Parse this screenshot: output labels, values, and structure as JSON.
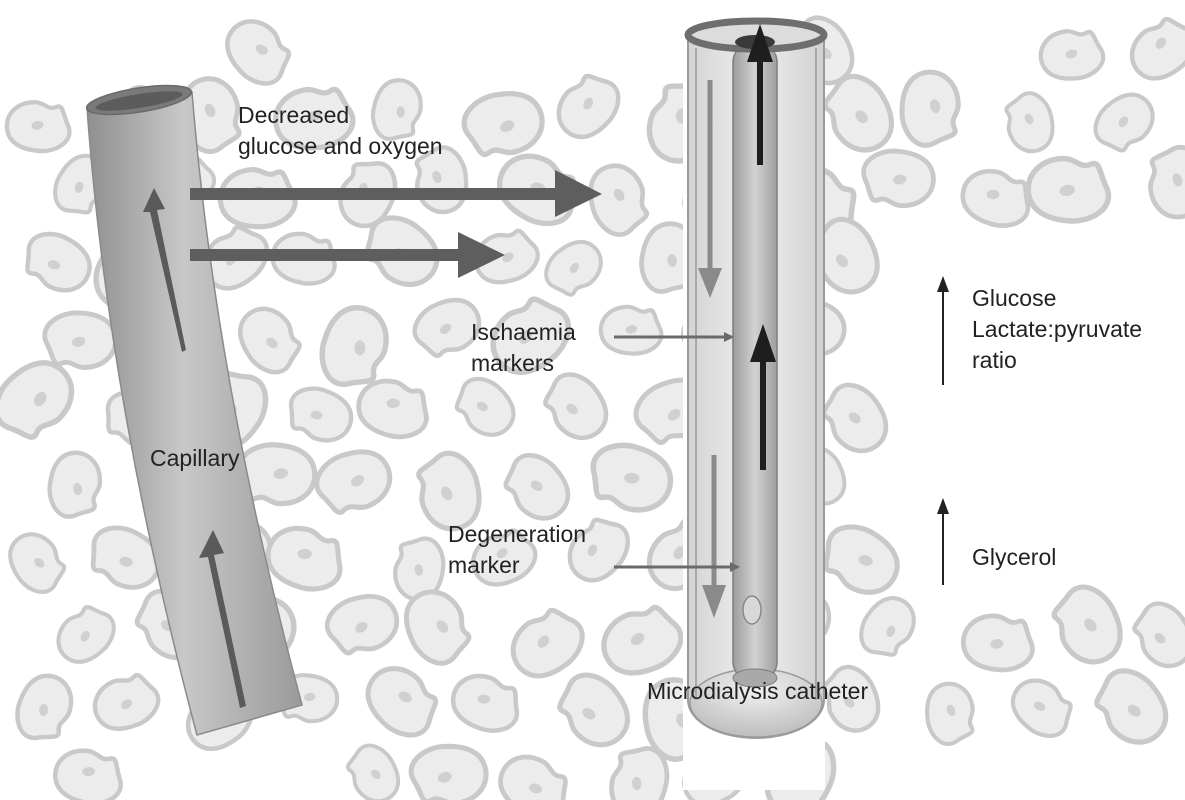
{
  "labels": {
    "decreased": [
      "Decreased",
      "glucose and oxygen"
    ],
    "capillary": "Capillary",
    "ischaemia": [
      "Ischaemia",
      "markers"
    ],
    "degeneration": [
      "Degeneration",
      "marker"
    ],
    "catheter": "Microdialysis catheter",
    "glucose_group": [
      "Glucose",
      "Lactate:pyruvate",
      "ratio"
    ],
    "glycerol": "Glycerol"
  },
  "colors": {
    "background": "#ffffff",
    "cell_fill": "#ececec",
    "cell_outline": "#c9c9c9",
    "nucleus": "#d0d0d0",
    "vessel_mid": "#bdbdbd",
    "vessel_dark": "#8c8c8c",
    "arrow_dark": "#5a5a5a",
    "arrow_black": "#1e1e1e",
    "text": "#222222"
  },
  "icons": {
    "tissue": "cell-blob",
    "capillary": "tube",
    "catheter": "double-lumen-tube",
    "trend": "up-arrow"
  }
}
